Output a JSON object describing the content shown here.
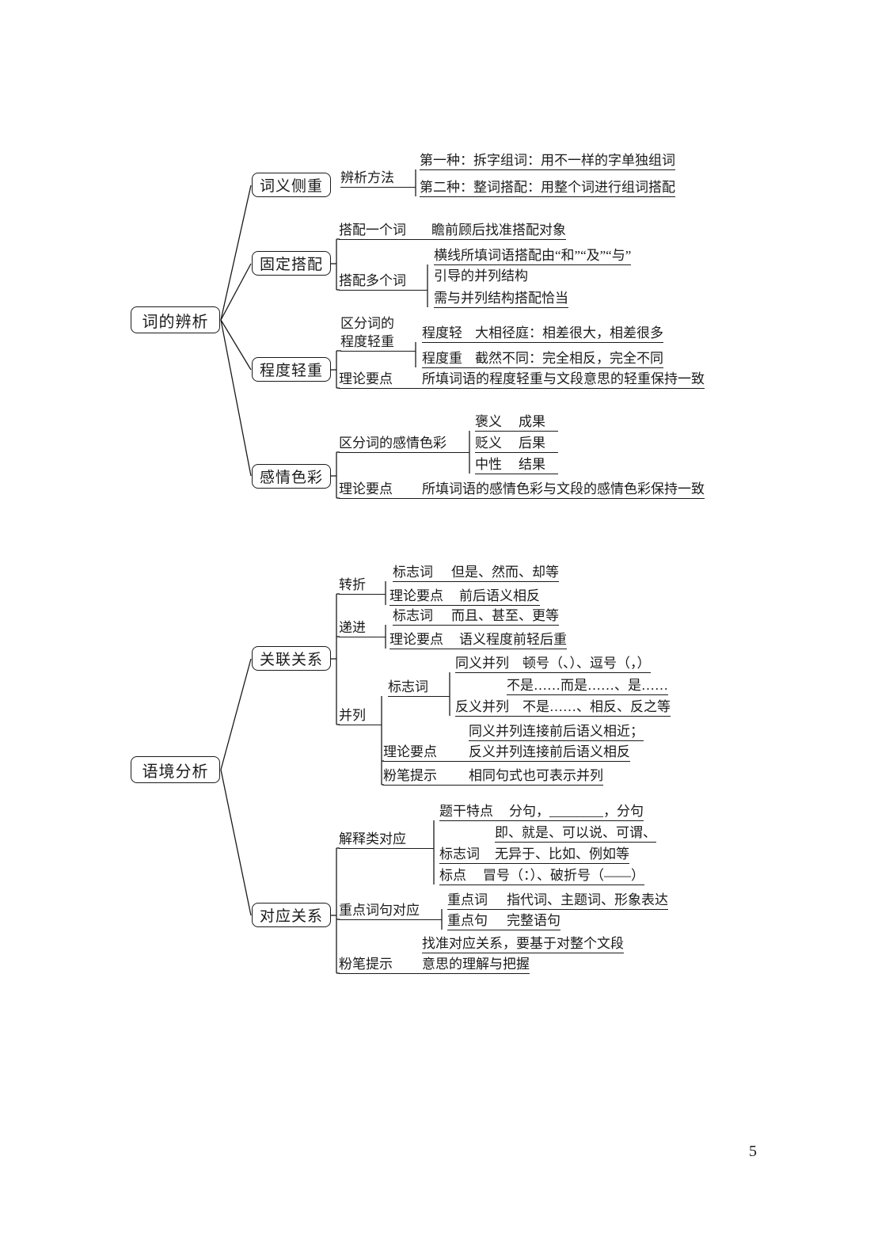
{
  "page_number": "5",
  "word_tree": {
    "root": "词的辨析",
    "semantic_focus": {
      "title": "词义侧重",
      "method_label": "辨析方法",
      "method1": "第一种：拆字组词：用不一样的字单独组词",
      "method2": "第二种：整词搭配：用整个词进行组词搭配"
    },
    "fixed_collocation": {
      "title": "固定搭配",
      "single_label": "搭配一个词",
      "single_text": "瞻前顾后找准搭配对象",
      "multi_label": "搭配多个词",
      "multi_line1": "横线所填词语搭配由“和”“及”“与”",
      "multi_line2": "引导的并列结构",
      "multi_line3": "需与并列结构搭配恰当"
    },
    "degree": {
      "title": "程度轻重",
      "dist_label_line1": "区分词的",
      "dist_label_line2": "程度轻重",
      "light_label": "程度轻",
      "light_text": "大相径庭：相差很大，相差很多",
      "heavy_label": "程度重",
      "heavy_text": "截然不同：完全相反，完全不同",
      "theory_label": "理论要点",
      "theory_text": "所填词语的程度轻重与文段意思的轻重保持一致"
    },
    "sentiment": {
      "title": "感情色彩",
      "dist_label": "区分词的感情色彩",
      "positive_label": "褒义",
      "positive_text": "成果",
      "negative_label": "贬义",
      "negative_text": "后果",
      "neutral_label": "中性",
      "neutral_text": "结果",
      "theory_label": "理论要点",
      "theory_text": "所填词语的感情色彩与文段的感情色彩保持一致"
    }
  },
  "context_tree": {
    "root": "语境分析",
    "conjunction": {
      "title": "关联关系",
      "transition": {
        "label": "转折",
        "sign_label": "标志词",
        "sign_text": "但是、然而、却等",
        "theory_label": "理论要点",
        "theory_text": "前后语义相反"
      },
      "progression": {
        "label": "递进",
        "sign_label": "标志词",
        "sign_text": "而且、甚至、更等",
        "theory_label": "理论要点",
        "theory_text": "语义程度前轻后重"
      },
      "parallel": {
        "label": "并列",
        "sign_label": "标志词",
        "syn_label": "同义并列",
        "syn_text": "顿号（、）、逗号（，）",
        "ant_line1": "不是……而是……、是……",
        "ant_label": "反义并列",
        "ant_line2": "不是……、相反、反之等",
        "theory_line1": "同义并列连接前后语义相近；",
        "theory_label": "理论要点",
        "theory_line2": "反义并列连接前后语义相反",
        "tip_label": "粉笔提示",
        "tip_text": "相同句式也可表示并列"
      }
    },
    "correspondence": {
      "title": "对应关系",
      "explanatory": {
        "label": "解释类对应",
        "stem_label": "题干特点",
        "stem_text": "分句，________，分句",
        "sign_line1": "即、就是、可以说、可谓、",
        "sign_label": "标志词",
        "sign_line2": "无异于、比如、例如等",
        "punct_label": "标点",
        "punct_text": "冒号（：）、破折号（——）"
      },
      "keyword": {
        "label": "重点词句对应",
        "word_label": "重点词",
        "word_text": "指代词、主题词、形象表达",
        "sentence_label": "重点句",
        "sentence_text": "完整语句"
      },
      "tip_label": "粉笔提示",
      "tip_line1": "找准对应关系，要基于对整个文段",
      "tip_line2": "意思的理解与把握"
    }
  }
}
